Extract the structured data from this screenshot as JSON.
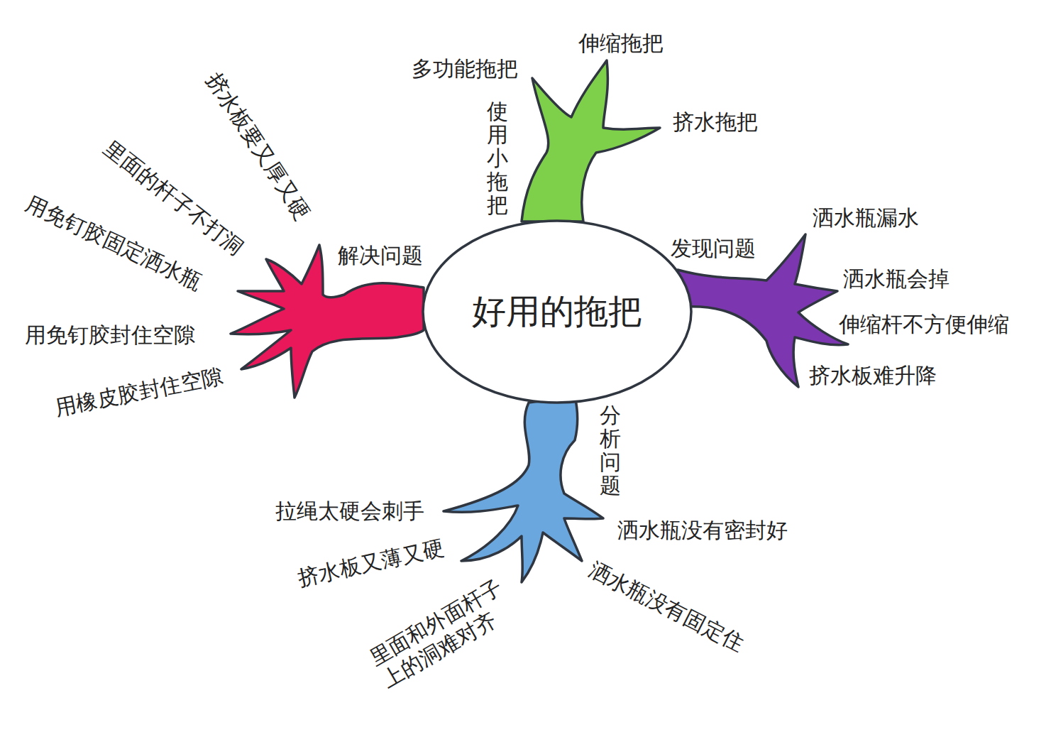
{
  "diagram": {
    "nodes": [
      {
        "text": [
          "好用的拖把"
        ]
      },
      {
        "text": [
          "使用小拖把"
        ]
      },
      {
        "text": [
          "发现问题"
        ]
      },
      {
        "text": [
          "分析问题"
        ]
      },
      {
        "text": [
          "解决问题"
        ]
      }
    ],
    "labels": [
      "多功能拖把",
      "伸缩拖把",
      "挤水拖把",
      "洒水瓶漏水",
      "洒水瓶会掉",
      "伸缩杆不方便伸缩",
      "挤水板难升降",
      "拉绳太硬会刺手",
      "洒水瓶没有密封好",
      "挤水板又薄又硬",
      "里面和外面杆子 上的洞难对齐",
      "洒水瓶没有固定住",
      "挤水板要又厚又硬",
      "里面的杆子不打洞",
      "用免钉胶固定洒水瓶",
      "用免钉胶封住空隙",
      "用橡皮胶封住空隙"
    ]
  }
}
